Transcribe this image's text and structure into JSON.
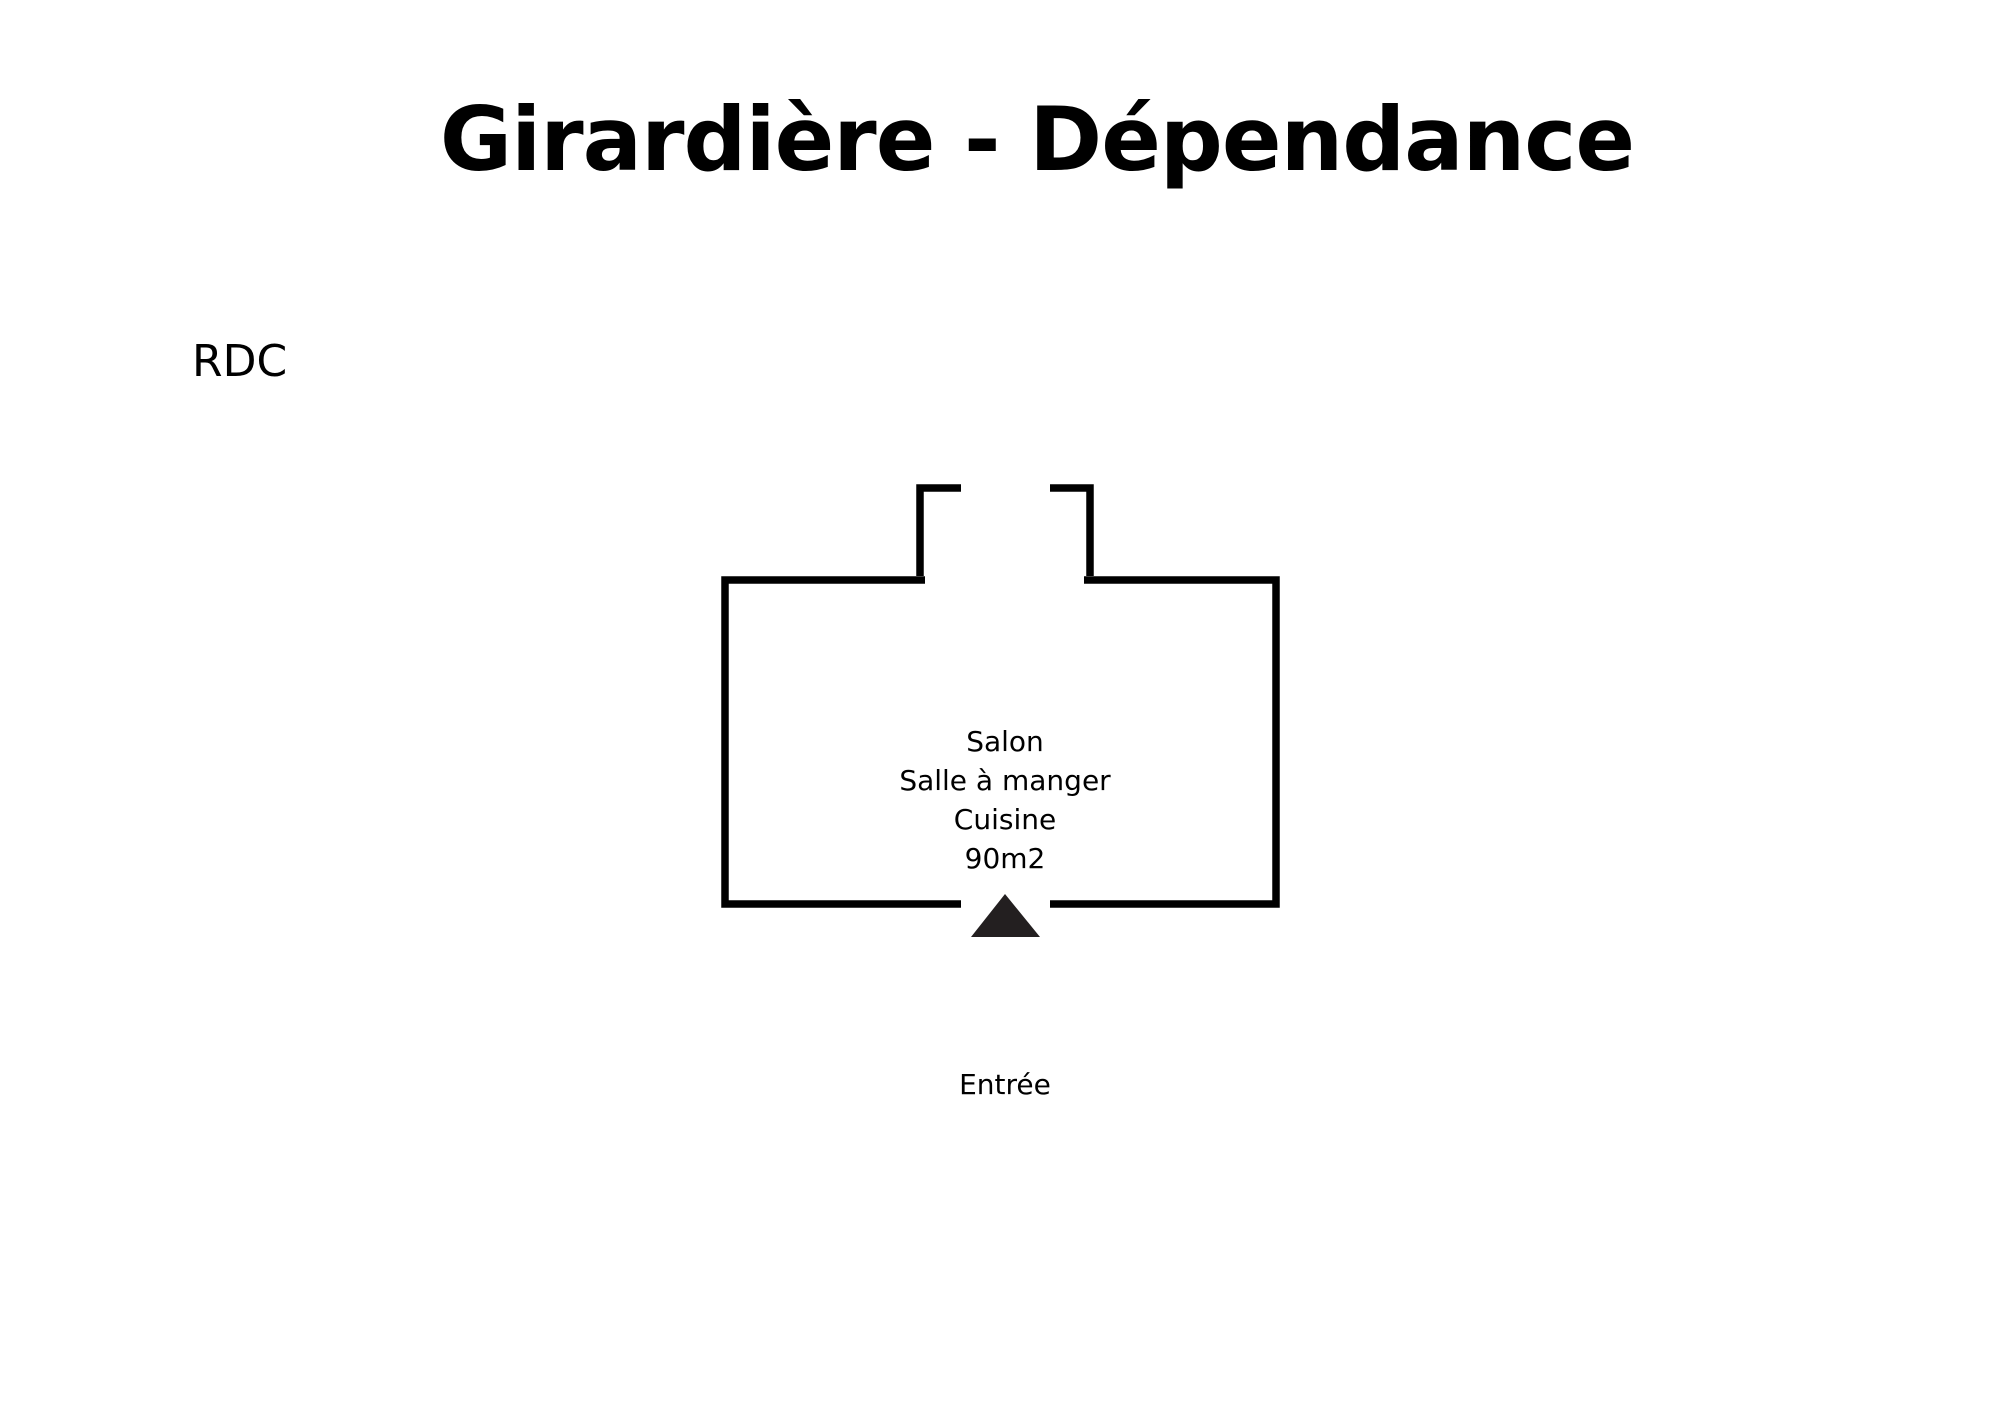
{
  "title": "Girardière - Dépendance",
  "floor_label": "RDC",
  "room": {
    "lines": [
      "Salon",
      "Salle à manger",
      "Cuisine",
      "90m2"
    ]
  },
  "entrance_label": "Entrée",
  "colors": {
    "wall": "#000000",
    "arrow": "#231f20"
  }
}
